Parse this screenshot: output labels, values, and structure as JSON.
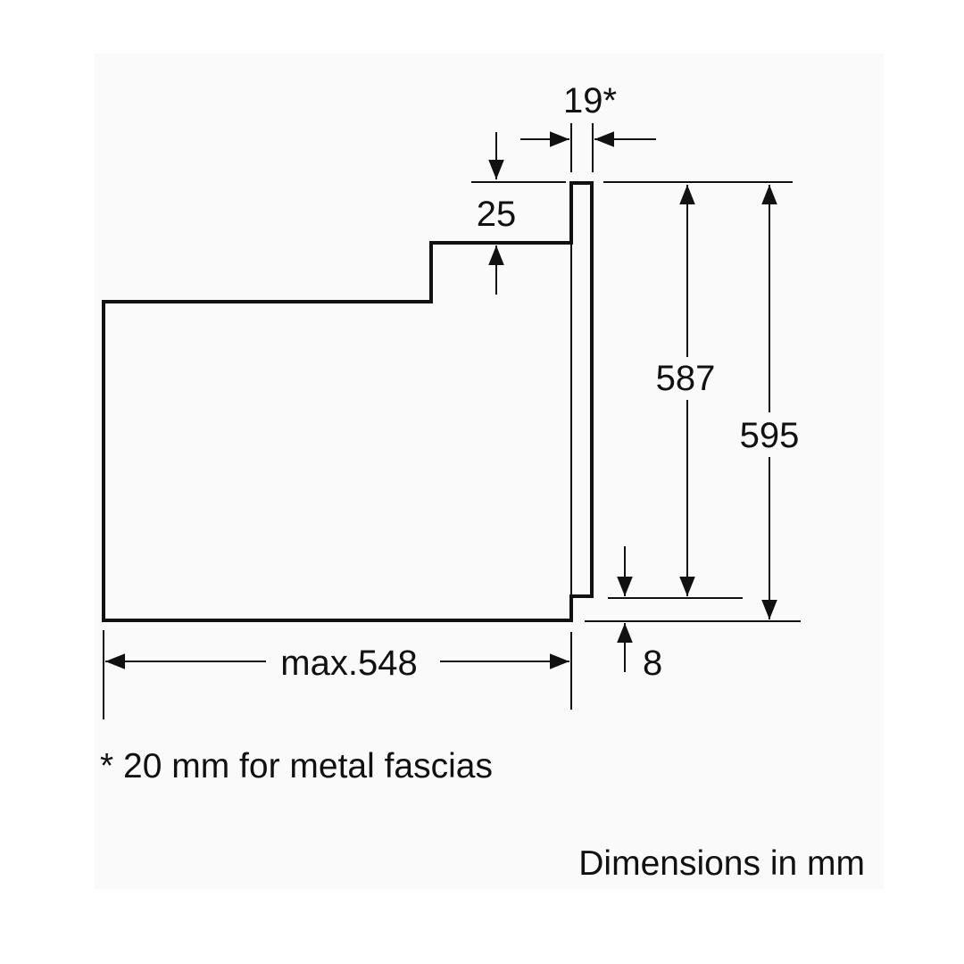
{
  "dimensions": {
    "fascia_thickness": "19*",
    "top_step": "25",
    "height_inner": "587",
    "height_total": "595",
    "bottom_offset": "8",
    "depth": "max.548"
  },
  "footnote": "* 20 mm for metal fascias",
  "units_note": "Dimensions in mm",
  "colors": {
    "line": "#111111",
    "background": "#fafafa"
  }
}
